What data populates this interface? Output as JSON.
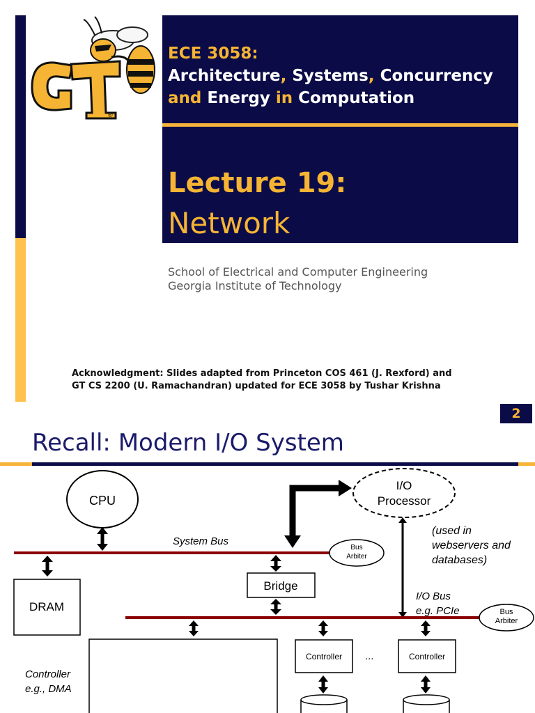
{
  "slide1": {
    "course_code": "ECE 3058:",
    "title_line1": [
      "Architecture",
      ", ",
      "Systems",
      ", ",
      "Concurrency"
    ],
    "title_line2": [
      "and",
      " Energy ",
      "in",
      " Computation"
    ],
    "lecture_number": "Lecture 19:",
    "lecture_topic": "Network",
    "school_line1": "School of Electrical and Computer Engineering",
    "school_line2": "Georgia Institute of Technology",
    "ack_line1": "Acknowledgment: Slides adapted from Princeton COS 461 (J. Rexford) and",
    "ack_line2": "GT CS 2200 (U. Ramachandran) updated for ECE 3058 by Tushar Krishna",
    "logo_text": "GT",
    "registered_mark": "®",
    "colors": {
      "navy": "#0b0b48",
      "gold": "#f5b433",
      "light_gold": "#ffc24d"
    }
  },
  "slide2": {
    "page_number": "2",
    "title": "Recall: Modern I/O System",
    "diagram": {
      "cpu": "CPU",
      "io_processor_line1": "I/O",
      "io_processor_line2": "Processor",
      "io_processor_note_line1": "(used in",
      "io_processor_note_line2": "webservers and",
      "io_processor_note_line3": "databases)",
      "system_bus": "System Bus",
      "bus_arbiter_1_line1": "Bus",
      "bus_arbiter_1_line2": "Arbiter",
      "bridge": "Bridge",
      "dram": "DRAM",
      "io_bus_line1": "I/O Bus",
      "io_bus_line2": "e.g. PCIe",
      "bus_arbiter_2_line1": "Bus",
      "bus_arbiter_2_line2": "Arbiter",
      "controller_1": "Controller",
      "controller_2": "Controller",
      "ellipsis": "...",
      "dma_note_line1": "Controller",
      "dma_note_line2": "e.g., DMA"
    },
    "colors": {
      "bus": "#8b0000",
      "title": "#1b1b6b"
    }
  }
}
